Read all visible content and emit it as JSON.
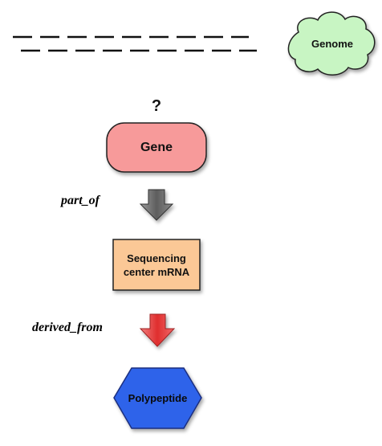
{
  "genome": {
    "label": "Genome"
  },
  "question": {
    "label": "?"
  },
  "gene": {
    "label": "Gene"
  },
  "relation_1": {
    "label": "part_of"
  },
  "mrna": {
    "label": "Sequencing center mRNA"
  },
  "relation_2": {
    "label": "derived_from"
  },
  "polypeptide": {
    "label": "Polypeptide"
  },
  "colors": {
    "genome_fill": "#c8f5c3",
    "gene_fill": "#f79a9a",
    "mrna_fill": "#fbc896",
    "polypeptide_fill": "#2e64ea",
    "arrow_grey": "#6f6f6f",
    "arrow_red": "#e33b3b"
  }
}
